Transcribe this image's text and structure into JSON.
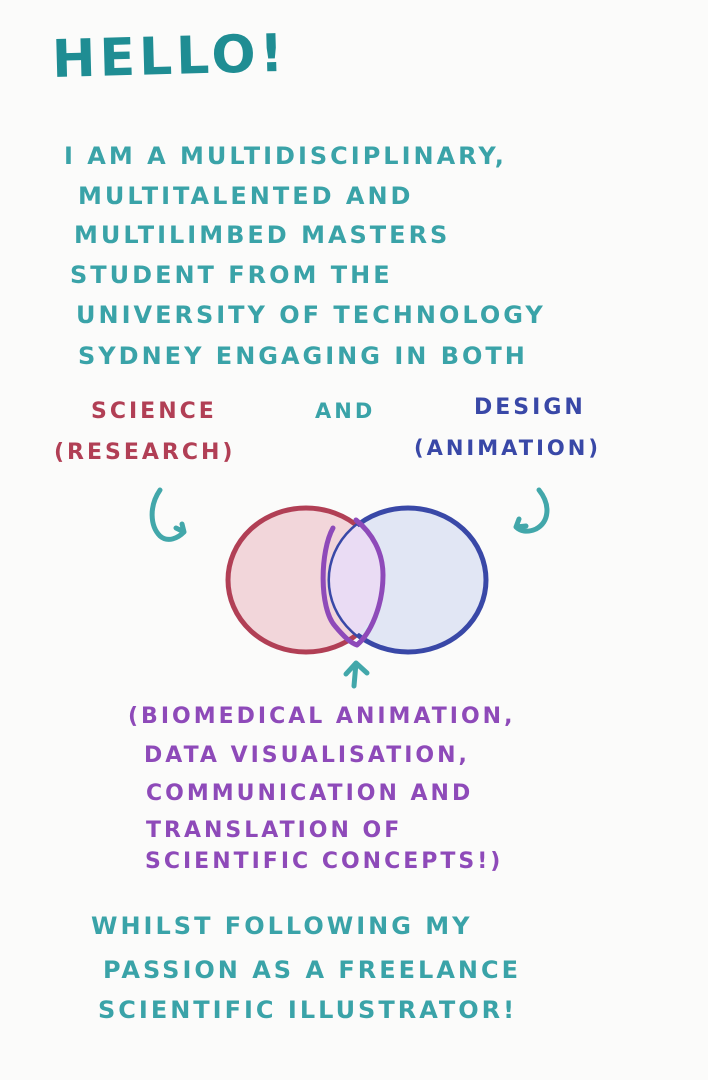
{
  "title": "HELLO!",
  "intro_lines": [
    "I AM A MULTIDISCIPLINARY,",
    "MULTITALENTED AND",
    "MULTILIMBED MASTERS",
    "STUDENT FROM THE",
    "UNIVERSITY OF TECHNOLOGY",
    "SYDNEY ENGAGING IN BOTH"
  ],
  "left_set": {
    "label": "SCIENCE",
    "sublabel": "(RESEARCH)"
  },
  "connector": "AND",
  "right_set": {
    "label": "DESIGN",
    "sublabel": "(ANIMATION)"
  },
  "intersection_lines": [
    "(BIOMEDICAL ANIMATION,",
    "DATA VISUALISATION,",
    "COMMUNICATION AND",
    "TRANSLATION OF",
    "SCIENTIFIC CONCEPTS!)"
  ],
  "closing_lines": [
    "WHILST FOLLOWING MY",
    "PASSION AS A FREELANCE",
    "SCIENTIFIC ILLUSTRATOR!"
  ],
  "colors": {
    "teal": "#3aa3a8",
    "science": "#b13f55",
    "design": "#3948a7",
    "intersection": "#8e4ab9"
  }
}
